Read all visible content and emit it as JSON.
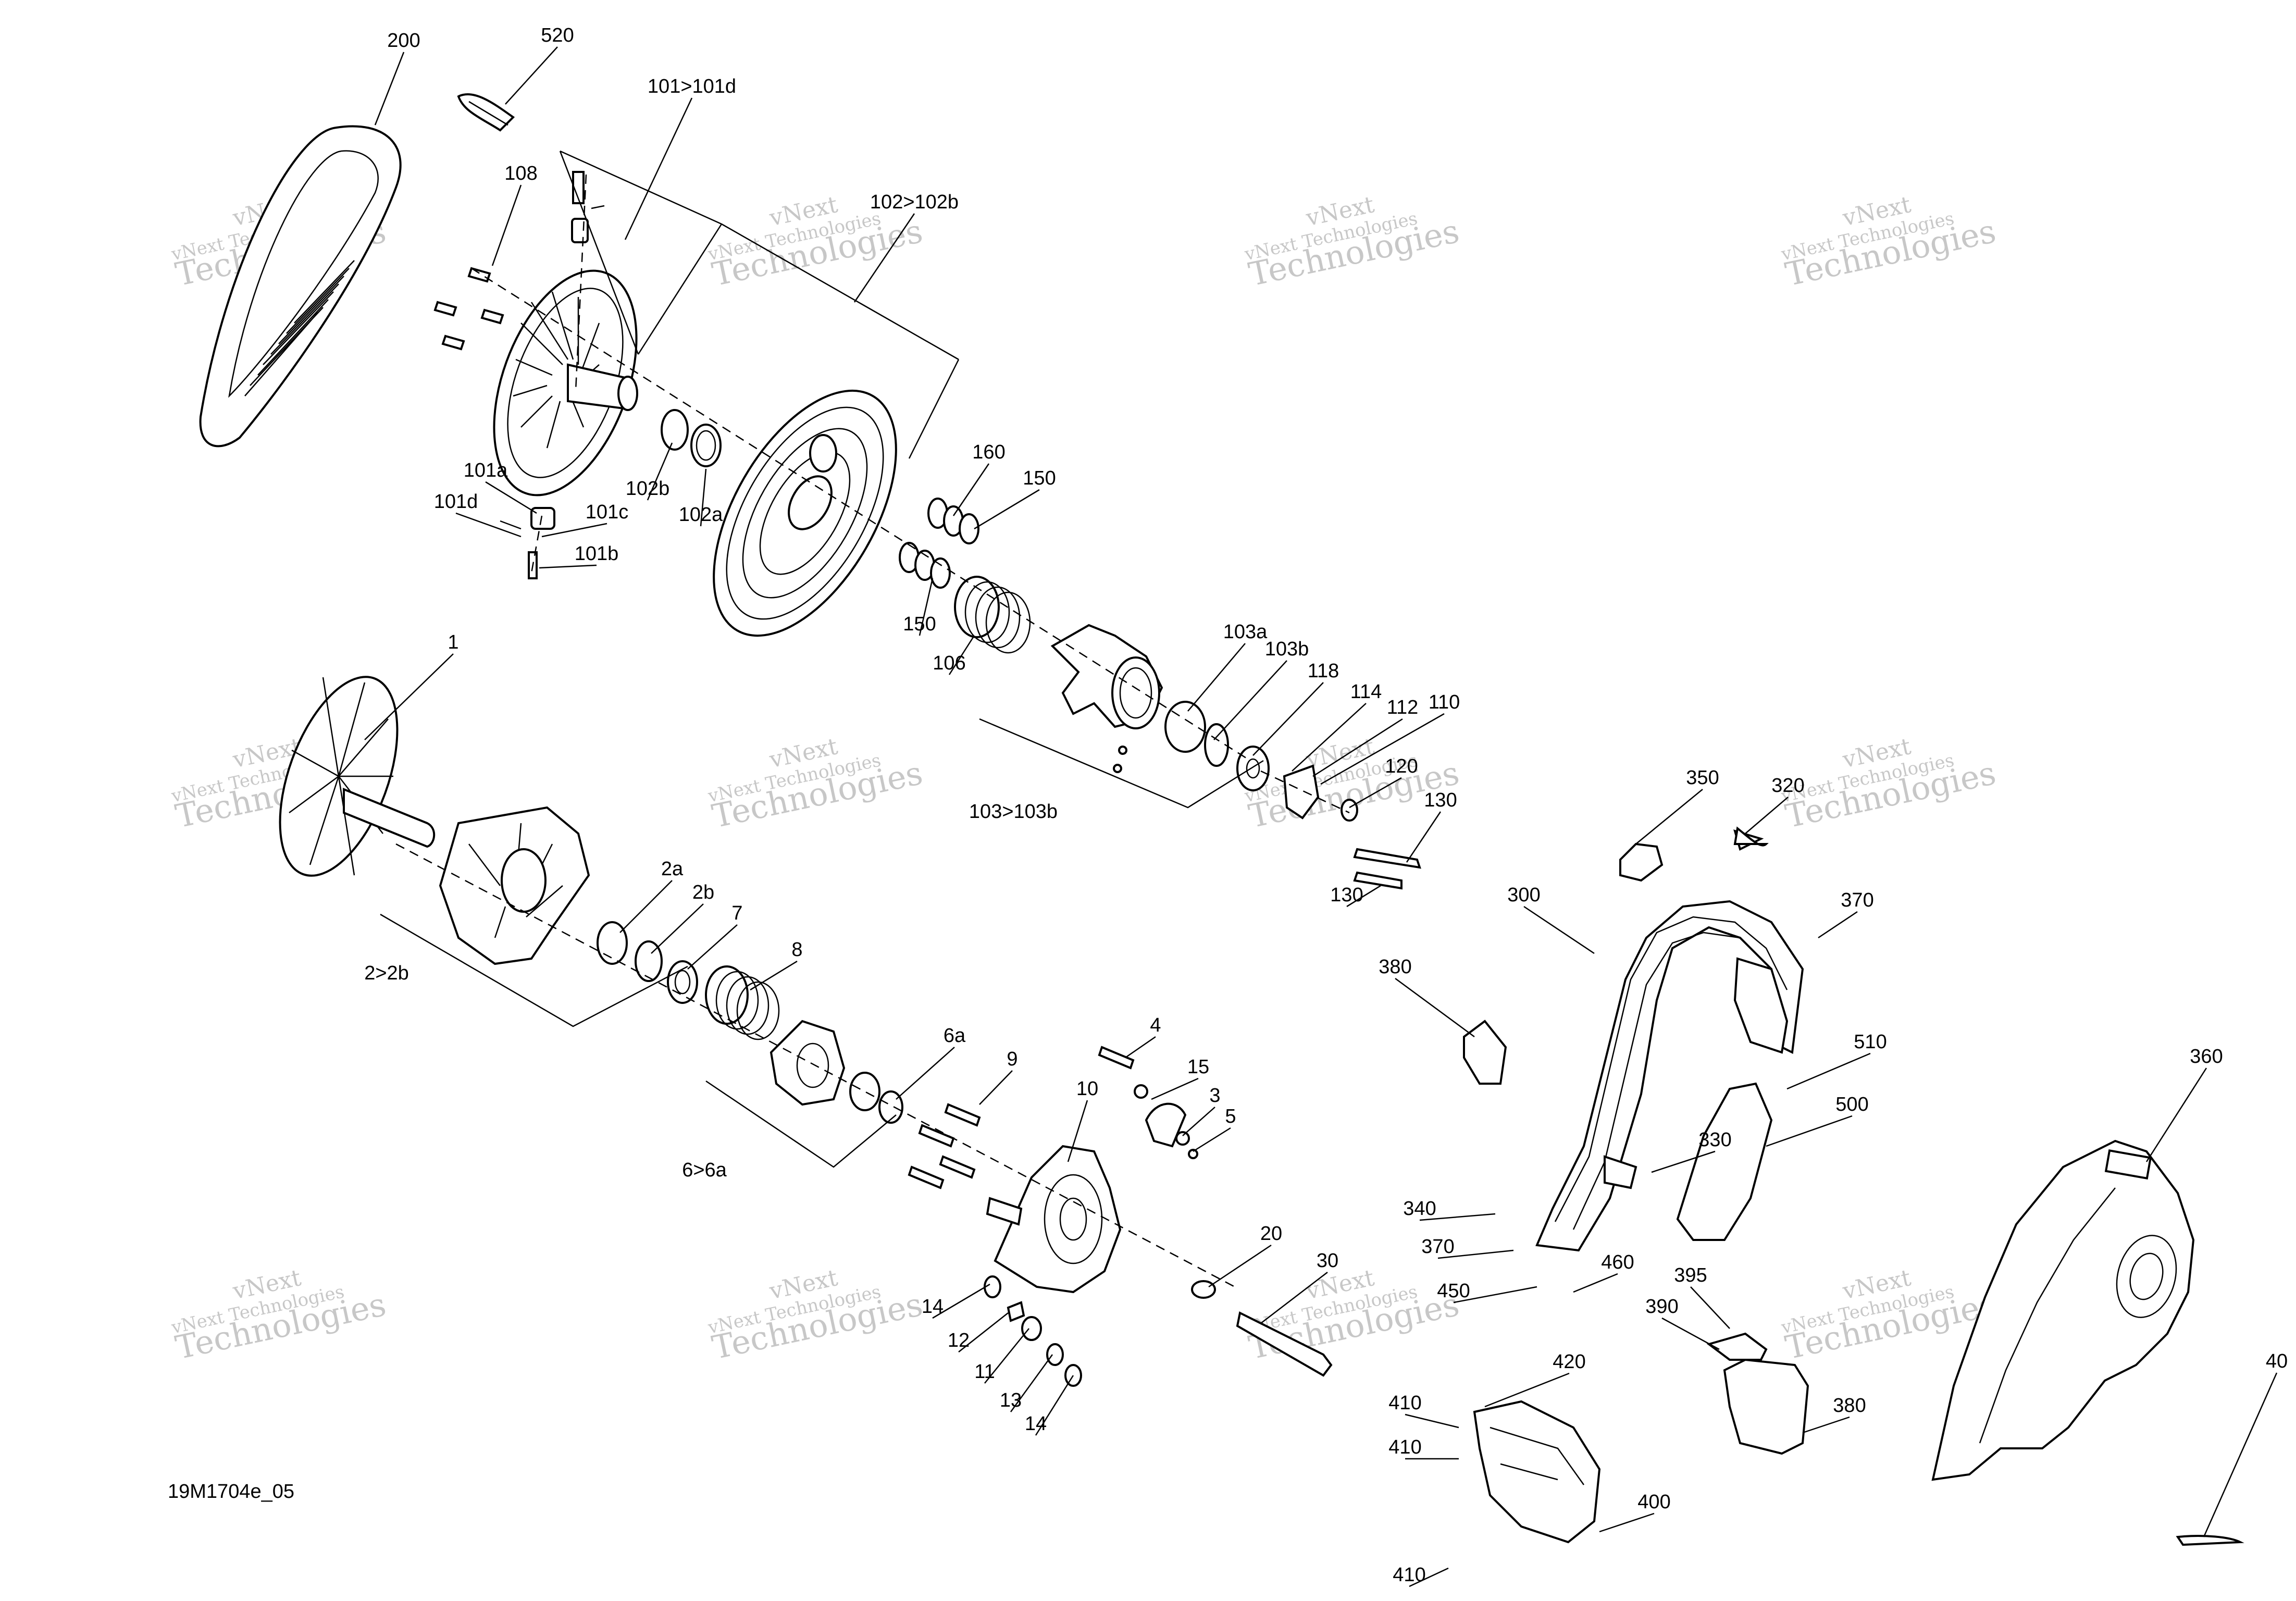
{
  "diagram": {
    "code": "19M1704e_05",
    "watermark_line1": "vNext",
    "watermark_line2": "Technologies",
    "watermark_line3": "vNext Technologies",
    "callouts": [
      "200",
      "520",
      "101>101d",
      "108",
      "102>102b",
      "160",
      "150",
      "101a",
      "101d",
      "101c",
      "101b",
      "102b",
      "102a",
      "150",
      "106",
      "103a",
      "103b",
      "118",
      "114",
      "112",
      "110",
      "120",
      "130",
      "130",
      "103>103b",
      "1",
      "2a",
      "2b",
      "7",
      "8",
      "2>2b",
      "6a",
      "9",
      "4",
      "15",
      "3",
      "5",
      "10",
      "6>6a",
      "20",
      "30",
      "14",
      "12",
      "11",
      "13",
      "14",
      "350",
      "320",
      "370",
      "300",
      "380",
      "510",
      "500",
      "330",
      "340",
      "370",
      "450",
      "460",
      "395",
      "390",
      "420",
      "410",
      "410",
      "380",
      "400",
      "410",
      "360",
      "40"
    ]
  }
}
